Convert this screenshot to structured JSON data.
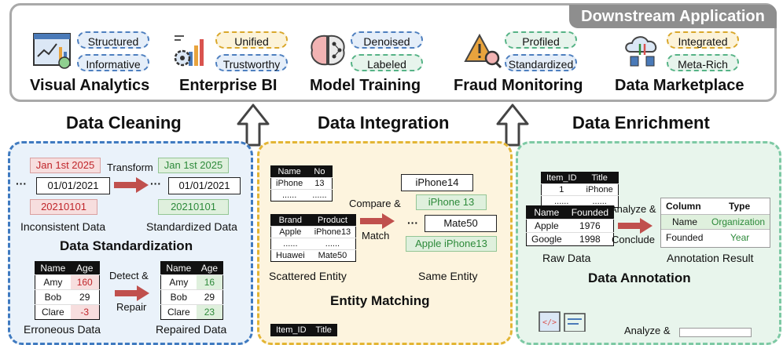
{
  "downstream": {
    "badge": "Downstream Application",
    "apps": [
      {
        "title": "Visual Analytics",
        "tags": [
          "Structured",
          "Informative"
        ],
        "icon": "dashboard-icon"
      },
      {
        "title": "Enterprise BI",
        "tags": [
          "Unified",
          "Trustworthy"
        ],
        "icon": "bi-chart-gear-icon"
      },
      {
        "title": "Model Training",
        "tags": [
          "Denoised",
          "Labeled"
        ],
        "icon": "brain-network-icon"
      },
      {
        "title": "Fraud Monitoring",
        "tags": [
          "Profiled",
          "Standardized"
        ],
        "icon": "warning-magnifier-icon"
      },
      {
        "title": "Data Marketplace",
        "tags": [
          "Integrated",
          "Meta-Rich"
        ],
        "icon": "cloud-database-icon"
      }
    ]
  },
  "sections": {
    "cleaning": "Data Cleaning",
    "integration": "Data Integration",
    "enrichment": "Data Enrichment"
  },
  "cleaning": {
    "standardization": {
      "inconsistent_red1": "Jan 1st 2025",
      "inconsistent_main": "01/01/2021",
      "inconsistent_red2": "20210101",
      "ellipsis": "···",
      "transform": "Transform",
      "standard_green1": "Jan 1st 2025",
      "standard_main": "01/01/2021",
      "standard_green2": "20210101",
      "inconsistent_label": "Inconsistent Data",
      "standardized_label": "Standardized Data",
      "title": "Data Standardization"
    },
    "repair": {
      "headers": [
        "Name",
        "Age"
      ],
      "erroneous_rows": [
        [
          "Amy",
          "160"
        ],
        [
          "Bob",
          "29"
        ],
        [
          "Clare",
          "-3"
        ]
      ],
      "repaired_rows": [
        [
          "Amy",
          "16"
        ],
        [
          "Bob",
          "29"
        ],
        [
          "Clare",
          "23"
        ]
      ],
      "detect": "Detect &",
      "repair_word": "Repair",
      "erroneous_label": "Erroneous Data",
      "repaired_label": "Repaired Data"
    }
  },
  "integration": {
    "table1": {
      "headers": [
        "Name",
        "No"
      ],
      "rows": [
        [
          "iPhone",
          "13"
        ],
        [
          "......",
          "......"
        ]
      ]
    },
    "table2": {
      "headers": [
        "Brand",
        "Product"
      ],
      "rows": [
        [
          "Apple",
          "iPhone13"
        ],
        [
          "......",
          "......"
        ],
        [
          "Huawei",
          "Mate50"
        ]
      ]
    },
    "compare": "Compare &",
    "match": "Match",
    "entities": {
      "e1": "iPhone14",
      "e2": "iPhone 13",
      "e3": "Mate50",
      "e4": "Apple iPhone13"
    },
    "ellipsis": "···",
    "scattered_label": "Scattered Entity",
    "same_label": "Same Entity",
    "title": "Entity Matching",
    "bottom_table_header": [
      "Item_ID",
      "Title"
    ]
  },
  "enrichment": {
    "item_table": {
      "headers": [
        "Item_ID",
        "Title"
      ],
      "rows": [
        [
          "1",
          "iPhone"
        ],
        [
          "......",
          "......"
        ]
      ]
    },
    "company_table": {
      "headers": [
        "Name",
        "Founded"
      ],
      "rows": [
        [
          "Apple",
          "1976"
        ],
        [
          "Google",
          "1998"
        ]
      ]
    },
    "analyze": "Analyze &",
    "conclude": "Conclude",
    "annotation_headers": [
      "Column",
      "Type"
    ],
    "annotation_rows": [
      [
        "Name",
        "Organization"
      ],
      [
        "Founded",
        "Year"
      ]
    ],
    "raw_label": "Raw Data",
    "result_label": "Annotation Result",
    "title": "Data Annotation",
    "bottom_analyze": "Analyze &"
  },
  "colors": {
    "red_arrow": "#c0504d",
    "blue_border": "#3f7ac0",
    "yellow_border": "#e3b534",
    "green_border": "#7dc9a4"
  }
}
